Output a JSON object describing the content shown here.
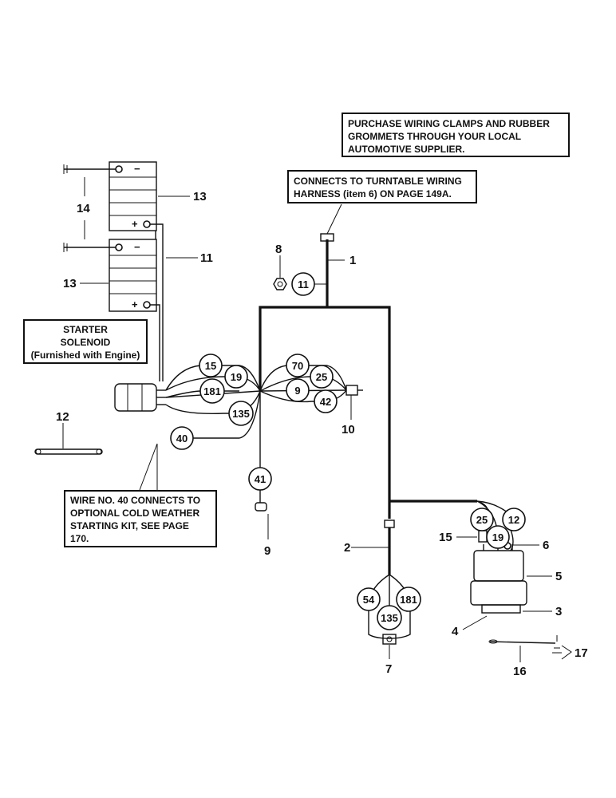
{
  "notes": {
    "clamps": [
      "PURCHASE WIRING CLAMPS AND RUBBER",
      "GROMMETS THROUGH YOUR LOCAL",
      "AUTOMOTIVE SUPPLIER."
    ],
    "turntable": [
      "CONNECTS TO TURNTABLE WIRING",
      "HARNESS (item 6) ON PAGE 149A."
    ],
    "solenoid": [
      "STARTER",
      "SOLENOID",
      "(Furnished with Engine)"
    ],
    "wire40": [
      "WIRE NO. 40 CONNECTS TO",
      "OPTIONAL COLD WEATHER",
      "STARTING KIT, SEE PAGE",
      "170."
    ]
  },
  "callouts": {
    "c1": "1",
    "c2": "2",
    "c3": "3",
    "c4": "4",
    "c5": "5",
    "c6": "6",
    "c7": "7",
    "c8": "8",
    "c9": "9",
    "c10": "10",
    "c11": "11",
    "c12": "12",
    "c13a": "13",
    "c13b": "13",
    "c14": "14",
    "c15": "15",
    "c16": "16",
    "c17": "17"
  },
  "wires": {
    "w11": "11",
    "w15": "15",
    "w19a": "19",
    "w181a": "181",
    "w135a": "135",
    "w40": "40",
    "w70": "70",
    "w25a": "25",
    "w9": "9",
    "w42": "42",
    "w41": "41",
    "w25b": "25",
    "w12": "12",
    "w19b": "19",
    "w54": "54",
    "w181b": "181",
    "w135b": "135"
  },
  "battery": {
    "minus": "−",
    "plus": "+"
  }
}
